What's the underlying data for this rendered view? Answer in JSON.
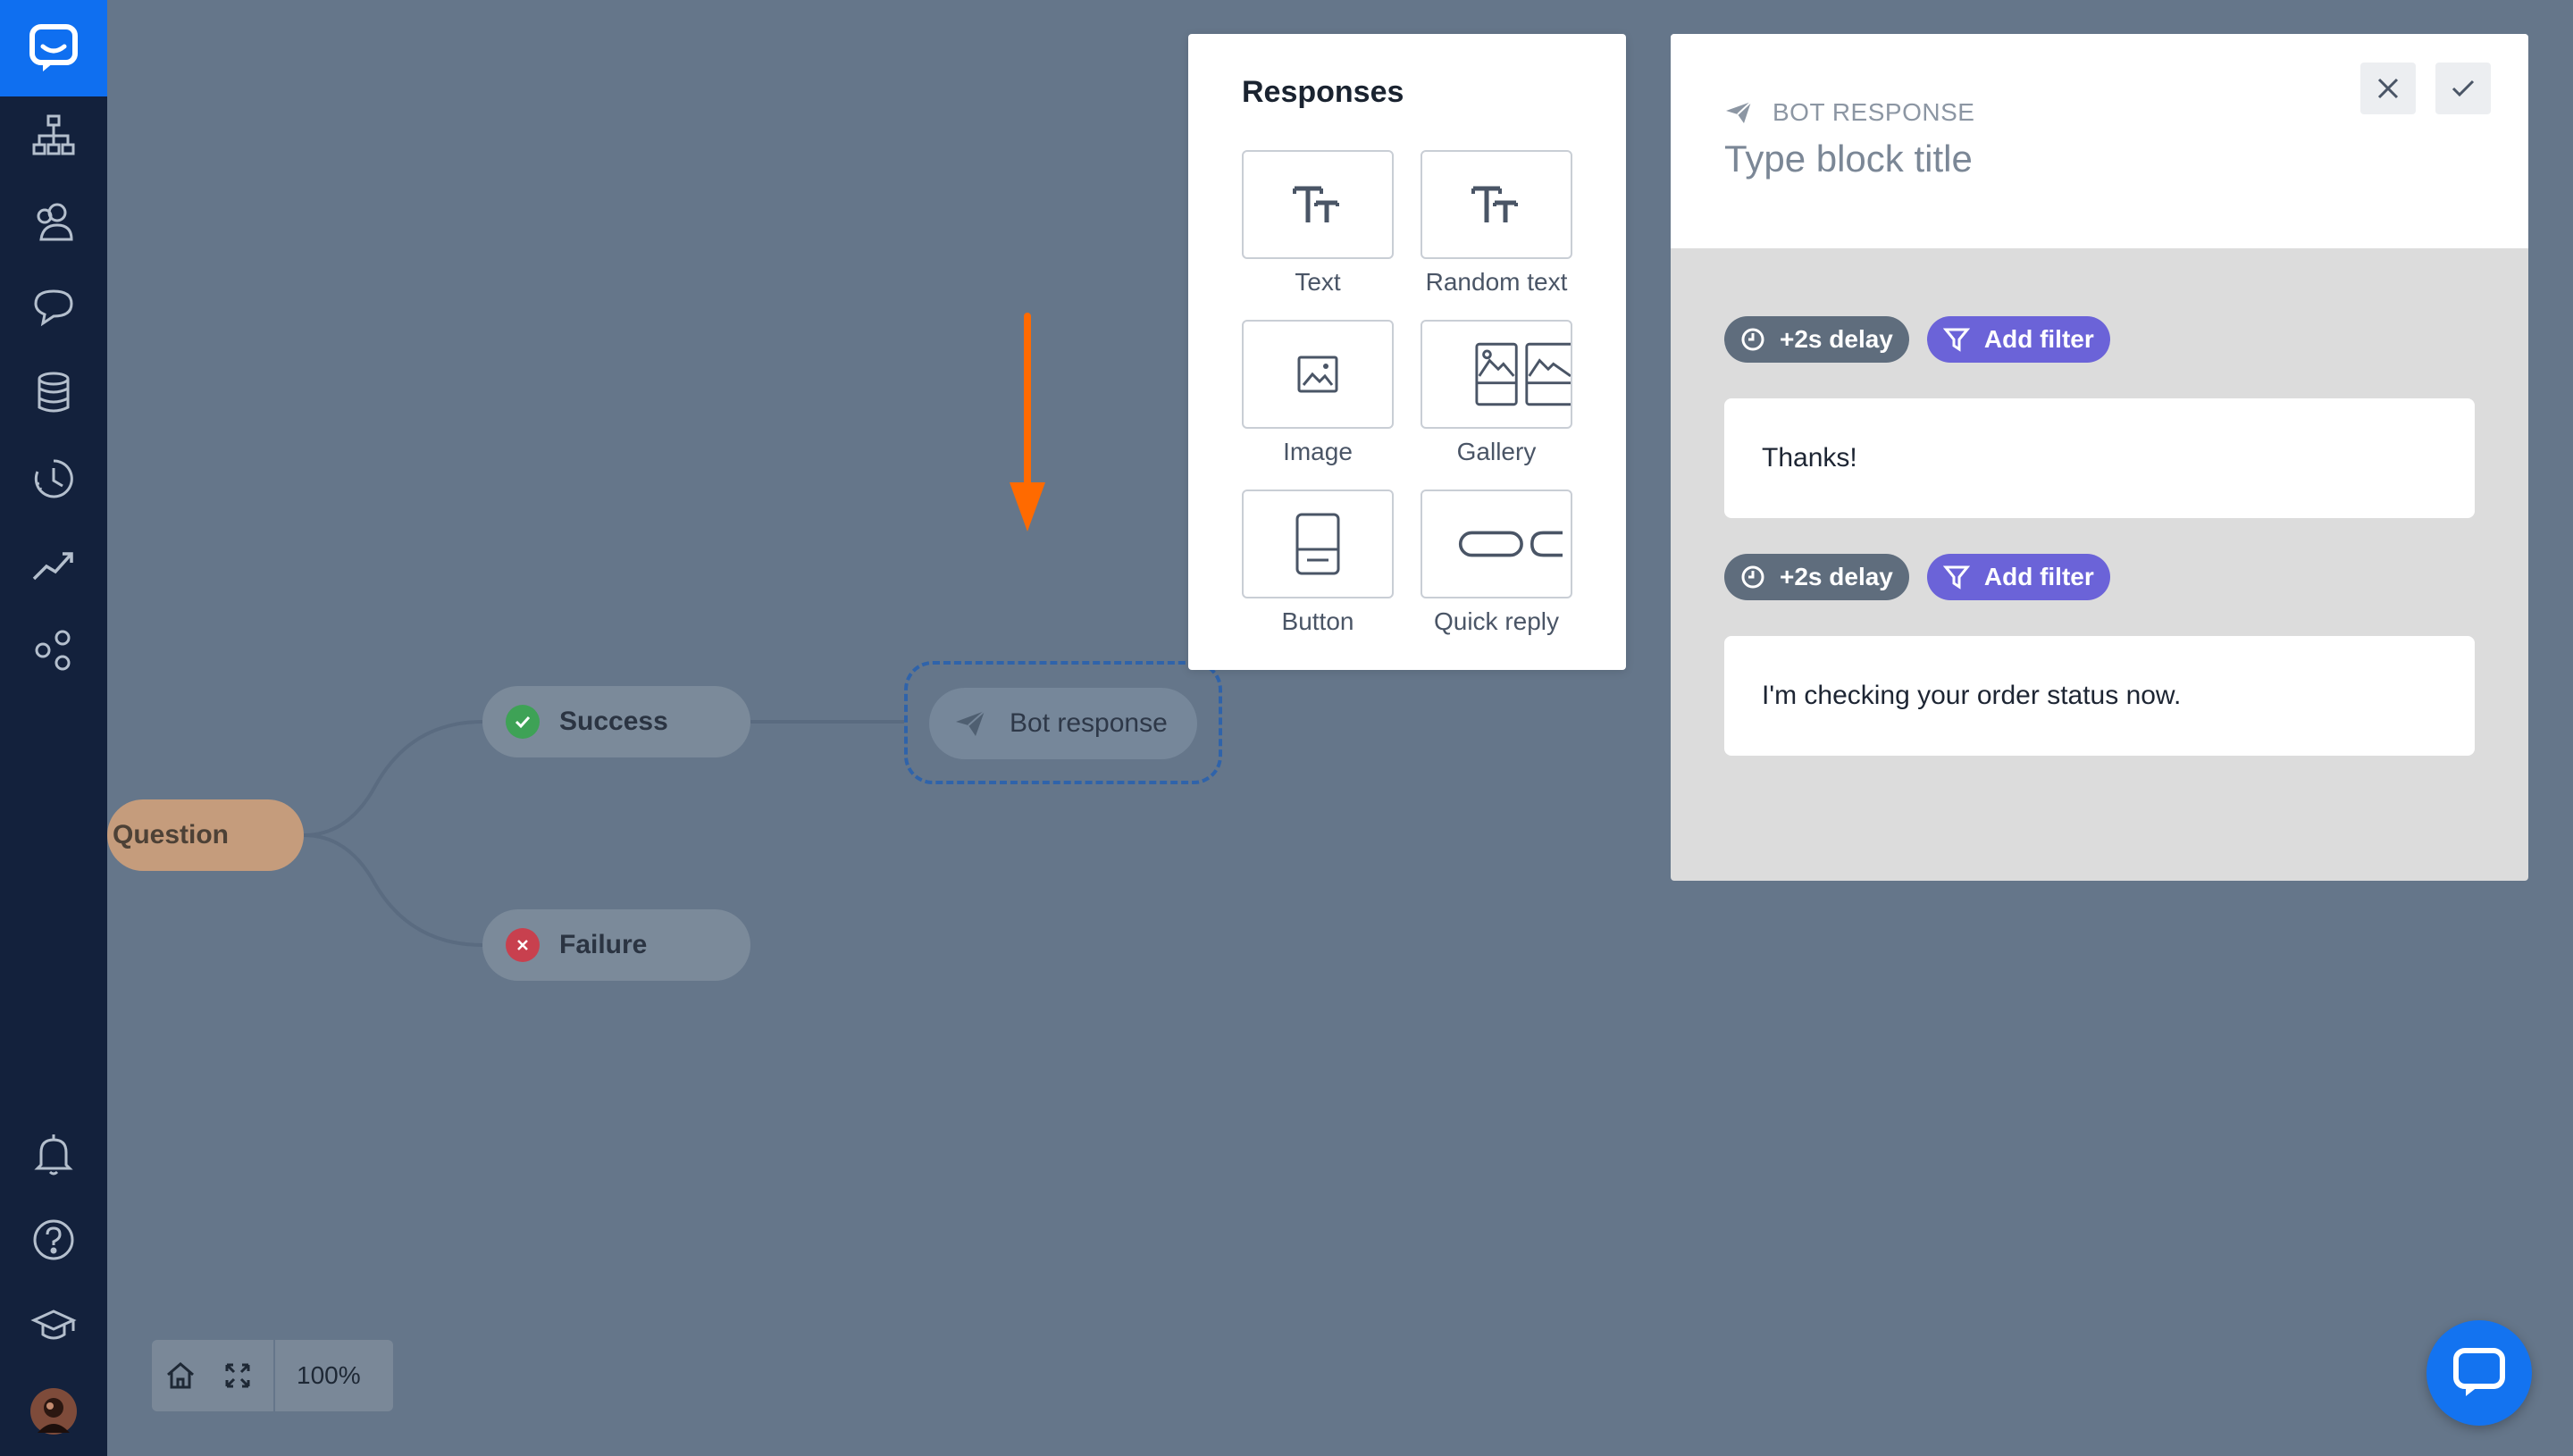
{
  "sidebar": {
    "icons": [
      "chat-logo-icon",
      "hierarchy-icon",
      "users-icon",
      "chat-bubbles-icon",
      "database-icon",
      "history-icon",
      "analytics-icon",
      "integrations-icon",
      "bell-icon",
      "help-icon",
      "academy-icon",
      "avatar"
    ]
  },
  "flow": {
    "question": "Question",
    "success": "Success",
    "failure": "Failure",
    "bot_response": "Bot response"
  },
  "responses": {
    "title": "Responses",
    "tiles": [
      {
        "label": "Text",
        "icon": "text-icon"
      },
      {
        "label": "Random text",
        "icon": "random-text-icon"
      },
      {
        "label": "Image",
        "icon": "image-icon"
      },
      {
        "label": "Gallery",
        "icon": "gallery-icon"
      },
      {
        "label": "Button",
        "icon": "button-icon"
      },
      {
        "label": "Quick reply",
        "icon": "quick-reply-icon"
      }
    ]
  },
  "panel": {
    "kicker": "BOT RESPONSE",
    "title_placeholder": "Type block title",
    "blocks": [
      {
        "delay": "+2s delay",
        "filter": "Add filter",
        "message": "Thanks!"
      },
      {
        "delay": "+2s delay",
        "filter": "Add filter",
        "message": "I'm checking your order status now."
      }
    ]
  },
  "toolbar": {
    "zoom": "100%"
  },
  "colors": {
    "canvas": "#65768a",
    "sidebar": "#13213c",
    "brand": "#0f6ff0",
    "filter": "#6b63d8",
    "arrow": "#ff6a00"
  }
}
